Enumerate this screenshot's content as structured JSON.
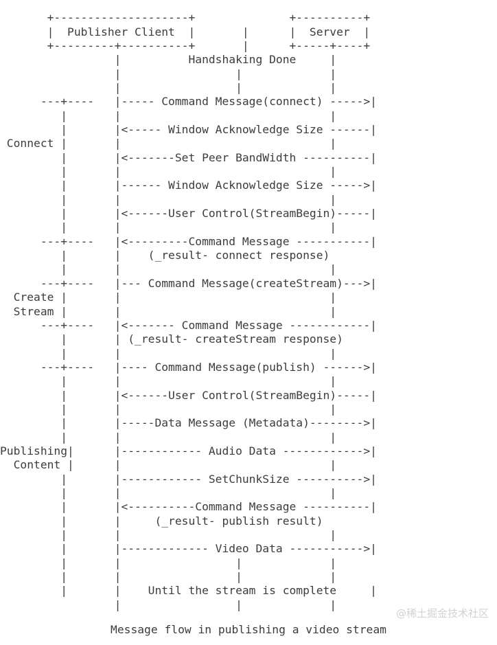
{
  "diagram": {
    "kind": "ascii-sequence-diagram",
    "title": "Message flow in publishing a video stream",
    "participants": [
      {
        "name": "Publisher Client",
        "box_label": "Publisher Client"
      },
      {
        "name": "Server",
        "box_label": "Server"
      }
    ],
    "phase_labels": [
      "Connect",
      "Create",
      "Stream",
      "Publishing",
      "Content"
    ],
    "notes": [
      "Handshaking Done",
      "Until the stream is complete"
    ],
    "messages": [
      {
        "label": "Command Message(connect)",
        "direction": "client-to-server"
      },
      {
        "label": "Window Acknowledge Size",
        "direction": "server-to-client"
      },
      {
        "label": "Set Peer BandWidth",
        "direction": "server-to-client"
      },
      {
        "label": "Window Acknowledge Size",
        "direction": "client-to-server"
      },
      {
        "label": "User Control(StreamBegin)",
        "direction": "server-to-client"
      },
      {
        "label": "Command Message",
        "sublabel": "(_result- connect response)",
        "direction": "server-to-client"
      },
      {
        "label": "Command Message(createStream)",
        "direction": "client-to-server"
      },
      {
        "label": "Command Message",
        "sublabel": "(_result- createStream response)",
        "direction": "server-to-client"
      },
      {
        "label": "Command Message(publish)",
        "direction": "client-to-server"
      },
      {
        "label": "User Control(StreamBegin)",
        "direction": "server-to-client"
      },
      {
        "label": "Data Message (Metadata)",
        "direction": "client-to-server"
      },
      {
        "label": "Audio Data",
        "direction": "client-to-server"
      },
      {
        "label": "SetChunkSize",
        "direction": "client-to-server"
      },
      {
        "label": "Command Message",
        "sublabel": "(_result- publish result)",
        "direction": "server-to-client"
      },
      {
        "label": "Video Data",
        "direction": "client-to-server"
      }
    ],
    "rows": [
      "       +--------------------+              +----------+",
      "       |  Publisher Client  |       |      |  Server  |",
      "       +---------+----------+       |      +-----+----+",
      "                 |          Handshaking Done     |",
      "                 |                 |             |",
      "                 |                 |             |",
      "      ---+----   |----- Command Message(connect) ----->|",
      "         |       |                               |",
      "         |       |<----- Window Acknowledge Size ------|",
      " Connect |       |                               |",
      "         |       |<-------Set Peer BandWidth ----------|",
      "         |       |                               |",
      "         |       |------ Window Acknowledge Size ----->|",
      "         |       |                               |",
      "         |       |<------User Control(StreamBegin)-----|",
      "         |       |                               |",
      "      ---+----   |<---------Command Message -----------|",
      "         |       |    (_result- connect response)",
      "         |       |                               |",
      "      ---+----   |--- Command Message(createStream)--->|",
      "  Create |       |                               |",
      "  Stream |       |                               |",
      "      ---+----   |<------- Command Message ------------|",
      "         |       | (_result- createStream response)",
      "         |       |                               |",
      "      ---+----   |---- Command Message(publish) ------>|",
      "         |       |                               |",
      "         |       |<------User Control(StreamBegin)-----|",
      "         |       |                               |",
      "         |       |-----Data Message (Metadata)-------->|",
      "         |       |                               |",
      "Publishing|      |------------ Audio Data ------------>|",
      "  Content |      |                               |",
      "         |       |------------ SetChunkSize ---------->|",
      "         |       |                               |",
      "         |       |<----------Command Message ----------|",
      "         |       |     (_result- publish result)",
      "         |       |                               |",
      "         |       |------------- Video Data ----------->|",
      "         |       |                 |             |",
      "         |       |                 |             |",
      "         |       |    Until the stream is complete     |",
      "                 |                 |             |"
    ],
    "caption": "Message flow in publishing a video stream",
    "watermark": "@稀土掘金技术社区",
    "colors": {
      "text": "#3c3c3c",
      "background": "#ffffff",
      "watermark": "#d2d2d2"
    }
  }
}
